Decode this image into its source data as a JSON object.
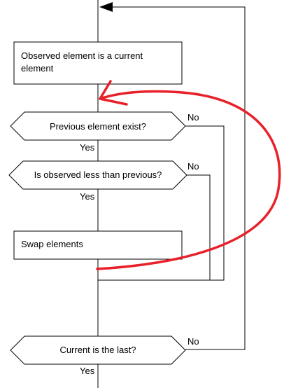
{
  "nodes": {
    "observed_current": {
      "line1": "Observed element is a current",
      "line2": "element"
    },
    "previous_exist": {
      "label": "Previous element exist?"
    },
    "observed_less": {
      "label": "Is observed less than previous?"
    },
    "swap": {
      "label": "Swap elements"
    },
    "current_last": {
      "label": "Current is the last?"
    }
  },
  "edges": {
    "previous_exist_no": "No",
    "previous_exist_yes": "Yes",
    "observed_less_no": "No",
    "observed_less_yes": "Yes",
    "current_last_no": "No",
    "current_last_yes": "Yes"
  },
  "colors": {
    "stroke": "#000000",
    "annotation": "#e8202a"
  }
}
